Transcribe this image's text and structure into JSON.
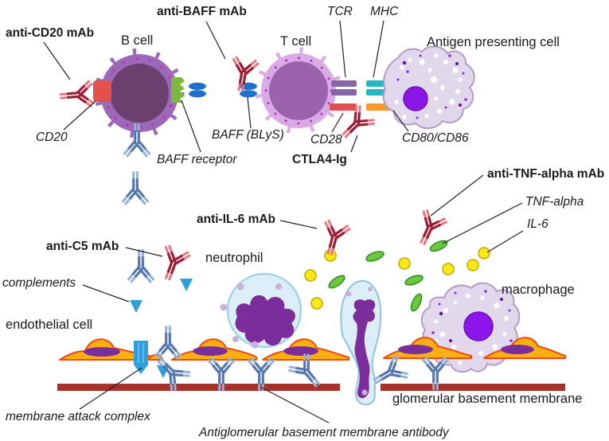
{
  "labels": {
    "anti_cd20": "anti-CD20 mAb",
    "b_cell": "B cell",
    "anti_baff": "anti-BAFF mAb",
    "tcr": "TCR",
    "mhc": "MHC",
    "apc": "Antigen presenting cell",
    "cd20": "CD20",
    "baff": "BAFF (BLyS)",
    "baff_receptor": "BAFF receptor",
    "t_cell": "T cell",
    "cd28": "CD28",
    "ctla4": "CTLA4-Ig",
    "cd80": "CD80/CD86",
    "anti_tnf": "anti-TNF-alpha mAb",
    "tnf": "TNF-alpha",
    "il6": "IL-6",
    "anti_il6": "anti-IL-6 mAb",
    "anti_c5": "anti-C5 mAb",
    "neutrophil": "neutrophil",
    "macrophage": "macrophage",
    "complements": "complements",
    "endothelial": "endothelial cell",
    "mac": "membrane attack complex",
    "gbm": "glomerular basement membrane",
    "anti_gbm": "Antiglomerular basement membrane antibody"
  },
  "colors": {
    "mab_red": "#9E1B32",
    "mab_red_accent": "#E87680",
    "antibody_blue": "#5577AE",
    "antibody_blue_accent": "#93B2D8",
    "complement_blue": "#2E9EDC",
    "b_cell_membrane": "#9C68B8",
    "b_cell_nucleus": "#6B3F6E",
    "t_cell_membrane": "#D9ABE4",
    "t_cell_nucleus": "#9C63AD",
    "membrane_dots": "#C12EC1",
    "apc_body": "#E2D8EC",
    "apc_outline": "#B49BC8",
    "apc_nucleus": "#8A16E8",
    "neutrophil_body": "#DCEEF7",
    "neutrophil_outline": "#A5D2E8",
    "neutrophil_nucleus": "#7B2D9B",
    "neutrophil_granule": "#C8B2D8",
    "endothelial_fill": "#FBAF12",
    "endothelial_outline": "#F04A10",
    "endothelial_nucleus": "#7B2D9B",
    "gbm_line": "#A63429",
    "il6_yellow": "#FFE818",
    "tnf_green": "#6CC83C",
    "baff_blue": "#1E6FD0",
    "cd20_red": "#E2524A",
    "baff_receptor_green": "#7CB83E",
    "tcr_purple": "#8666A8",
    "mhc_teal": "#29B5C8",
    "cd28_red": "#E05050",
    "cd80_orange": "#F99A2E"
  }
}
